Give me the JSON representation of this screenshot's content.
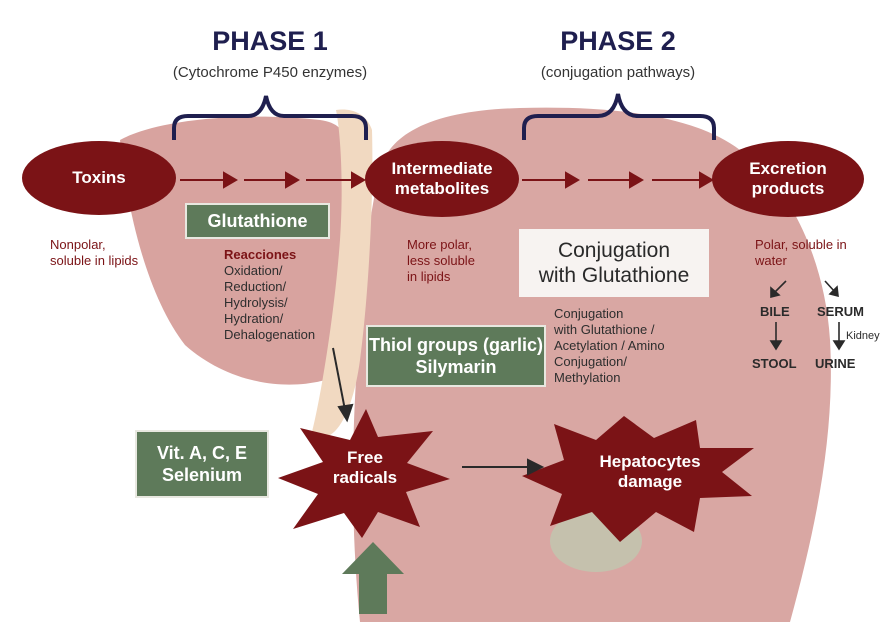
{
  "phase1": {
    "title": "PHASE 1",
    "subtitle": "(Cytochrome P450 enzymes)"
  },
  "phase2": {
    "title": "PHASE 2",
    "subtitle": "(conjugation pathways)"
  },
  "nodes": {
    "toxins": "Toxins",
    "intermediate": [
      "Intermediate",
      "metabolites"
    ],
    "excretion": [
      "Excretion",
      "products"
    ],
    "free_radicals": [
      "Free",
      "radicals"
    ],
    "hepatocytes": [
      "Hepatocytes",
      "damage"
    ]
  },
  "boxes": {
    "glutathione": "Glutathione",
    "conjugation": [
      "Conjugation",
      "with Glutathione"
    ],
    "thiol": [
      "Thiol groups (garlic)",
      "Silymarin"
    ],
    "vitamins": [
      "Vit. A, C, E",
      "Selenium"
    ]
  },
  "labels": {
    "nonpolar": [
      "Nonpolar,",
      "soluble in lipids"
    ],
    "reactions_title": "Reacciones",
    "reactions": [
      "Oxidation/",
      "Reduction/",
      "Hydrolysis/",
      "Hydration/",
      "Dehalogenation"
    ],
    "more_polar": [
      "More polar,",
      "less soluble",
      "in lipids"
    ],
    "conj_list": [
      "Conjugation",
      "with Glutathione /",
      "Acetylation / Amino",
      "Conjugation/",
      "Methylation"
    ],
    "polar": [
      "Polar, soluble in",
      "water"
    ],
    "bile": "BILE",
    "serum": "SERUM",
    "kidney": "Kidney",
    "stool": "STOOL",
    "urine": "URINE"
  },
  "colors": {
    "dark_red": "#7b1316",
    "green": "#5e7a5a",
    "navy": "#1f1f4f",
    "liver": "#d9a7a3"
  }
}
